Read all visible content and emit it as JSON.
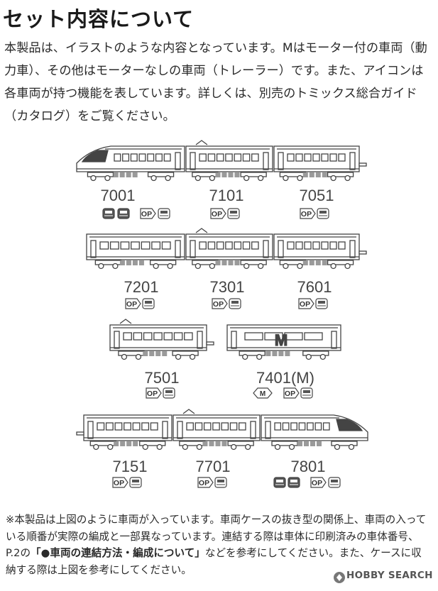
{
  "title": "セット内容について",
  "intro": "本製品は、イラストのような内容となっています。Mはモーター付の車両（動力車）、その他はモーターなしの車両（トレーラー）です。また、アイコンは各車両が持つ機能を表しています。詳しくは、別売のトミックス総合ガイド（カタログ）をご覧ください。",
  "cars": [
    {
      "number": "7001"
    },
    {
      "number": "7101"
    },
    {
      "number": "7051"
    },
    {
      "number": "7201"
    },
    {
      "number": "7301"
    },
    {
      "number": "7601"
    },
    {
      "number": "7501"
    },
    {
      "number": "7401(M)"
    },
    {
      "number": "7151"
    },
    {
      "number": "7701"
    },
    {
      "number": "7801"
    }
  ],
  "motor_mark": "M",
  "icons": {
    "op": "OP",
    "motor": "M"
  },
  "note": {
    "prefix": "※本製品は上図のように車両が入っています。車両ケースの抜き型の関係上、車両の入っている順番が実際の編成と一部異なっています。連結する際は車体に印刷済みの車体番号、P.2の",
    "emphasis": "「●車両の連結方法・編成について」",
    "suffix": "などを参考にしてください。また、ケースに収納する際は上図を参考にしてください。"
  },
  "watermark": "HOBBY SEARCH"
}
